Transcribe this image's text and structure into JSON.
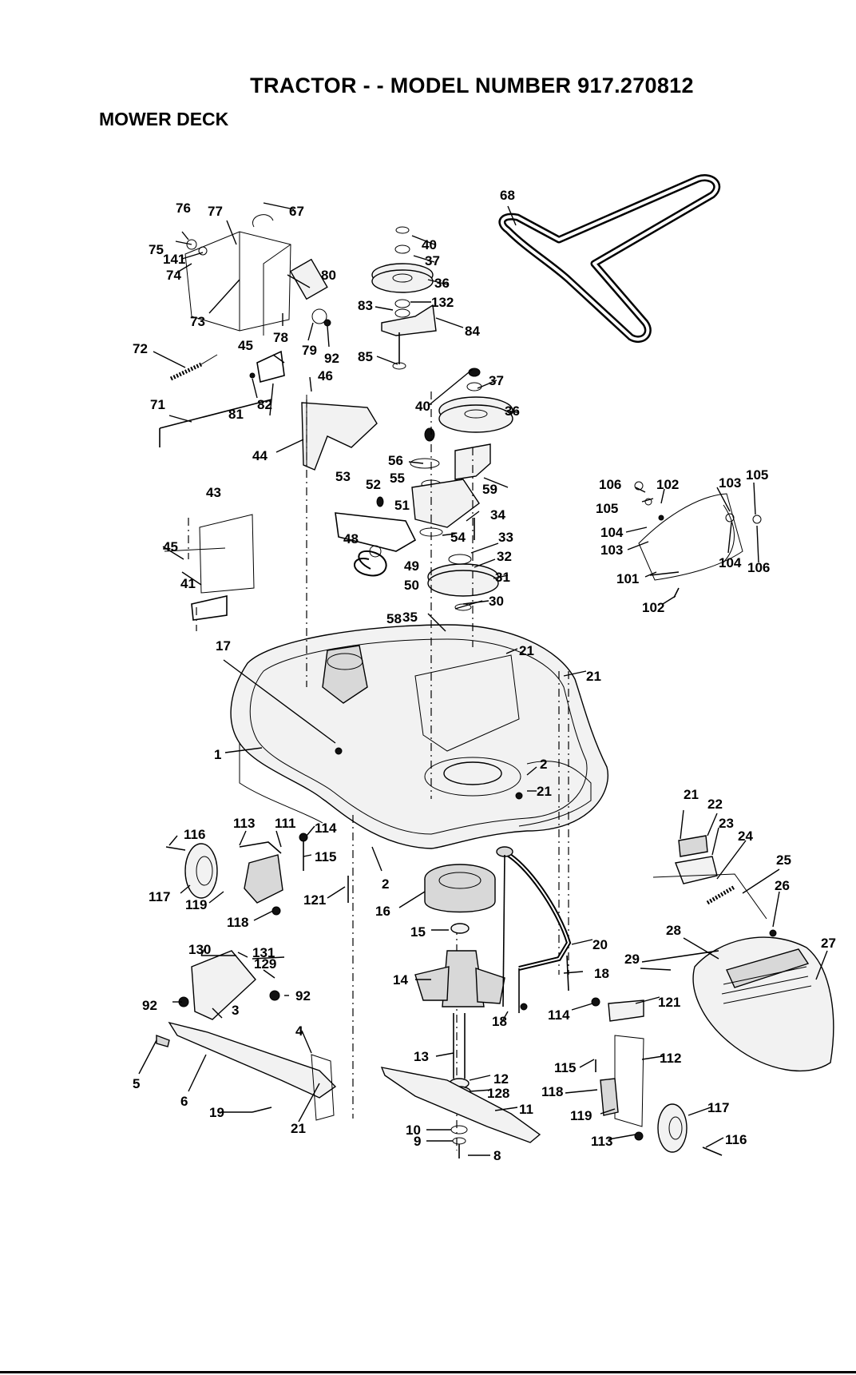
{
  "header": {
    "title": "TRACTOR - - MODEL NUMBER 917.270812",
    "section": "MOWER DECK"
  },
  "diagram": {
    "callouts": [
      "1",
      "2",
      "2",
      "3",
      "4",
      "5",
      "6",
      "8",
      "9",
      "10",
      "11",
      "12",
      "13",
      "14",
      "15",
      "16",
      "17",
      "18",
      "18",
      "19",
      "20",
      "21",
      "21",
      "21",
      "21",
      "21",
      "22",
      "23",
      "24",
      "25",
      "26",
      "27",
      "28",
      "29",
      "30",
      "31",
      "32",
      "33",
      "34",
      "35",
      "36",
      "36",
      "37",
      "37",
      "40",
      "40",
      "41",
      "43",
      "44",
      "45",
      "45",
      "46",
      "48",
      "49",
      "50",
      "51",
      "52",
      "53",
      "54",
      "55",
      "56",
      "58",
      "59",
      "67",
      "68",
      "71",
      "72",
      "73",
      "74",
      "75",
      "76",
      "77",
      "78",
      "79",
      "80",
      "81",
      "82",
      "83",
      "84",
      "85",
      "92",
      "92",
      "92",
      "101",
      "102",
      "102",
      "103",
      "103",
      "104",
      "104",
      "105",
      "105",
      "106",
      "106",
      "111",
      "112",
      "113",
      "113",
      "114",
      "114",
      "115",
      "115",
      "116",
      "116",
      "117",
      "117",
      "118",
      "118",
      "119",
      "119",
      "121",
      "121",
      "128",
      "129",
      "130",
      "131",
      "132",
      "141"
    ]
  }
}
